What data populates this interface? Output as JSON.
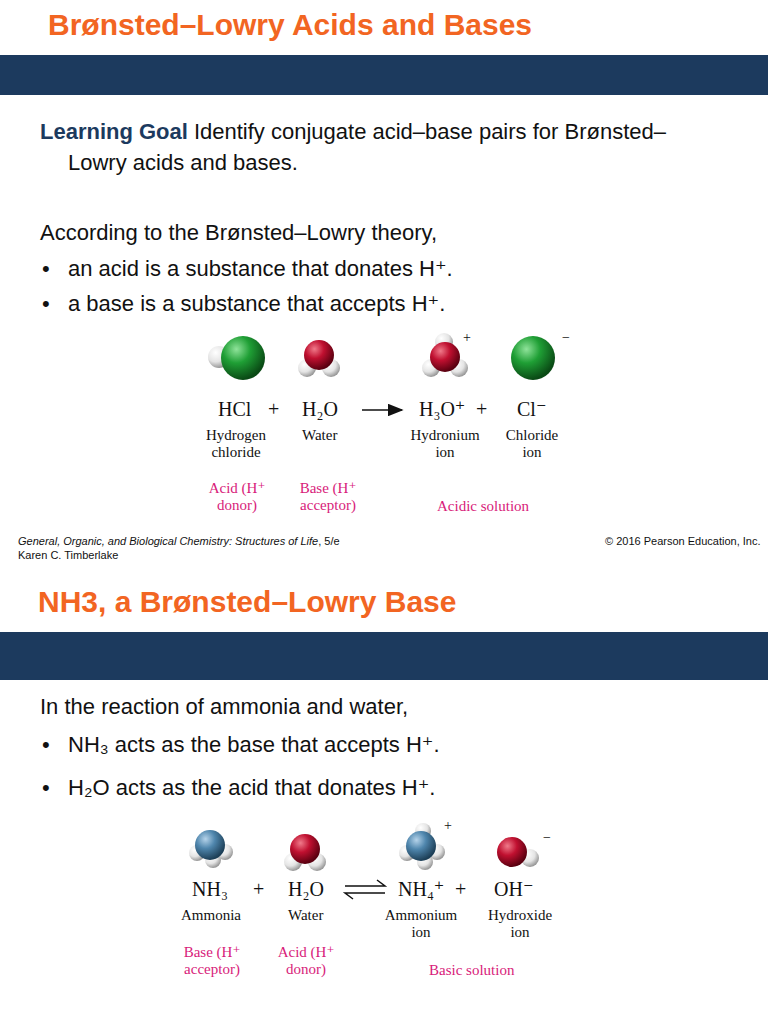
{
  "diagram": {
    "title": "Brønsted–Lowry Acids and Bases",
    "labels": [
      "Learning Goal",
      "Identify conjugate acid–base pairs for Brønsted–Lowry acids and bases.",
      "According to the Brønsted–Lowry theory,",
      "•",
      "an acid is a substance that donates H⁺.",
      "•",
      "a base is a substance that accepts H⁺.",
      "+",
      "−",
      "HCl",
      "+",
      "H₂O",
      "H₃O⁺",
      "+",
      "Cl⁻",
      "Hydrogen chloride",
      "Water",
      "Hydronium ion",
      "Chloride ion",
      "Acid (H⁺ donor)",
      "Base (H⁺ acceptor)",
      "Acidic solution",
      "General, Organic, and Biological Chemistry: Structures of Life",
      ", 5/e",
      "Karen C. Timberlake",
      "© 2016 Pearson Education, Inc.",
      "NH3, a Brønsted–Lowry Base",
      "In the reaction of ammonia and water,",
      "•",
      "NH₃ acts as the base that accepts H⁺.",
      "•",
      "H₂O acts as the acid that donates H⁺.",
      "+",
      "−",
      "NH₃",
      "+",
      "H₂O",
      "NH₄⁺",
      "+",
      "OH⁻",
      "Ammonia",
      "Water",
      "Ammonium ion",
      "Hydroxide ion",
      "Base (H⁺ acceptor)",
      "Acid (H⁺ donor)",
      "Basic solution"
    ]
  }
}
